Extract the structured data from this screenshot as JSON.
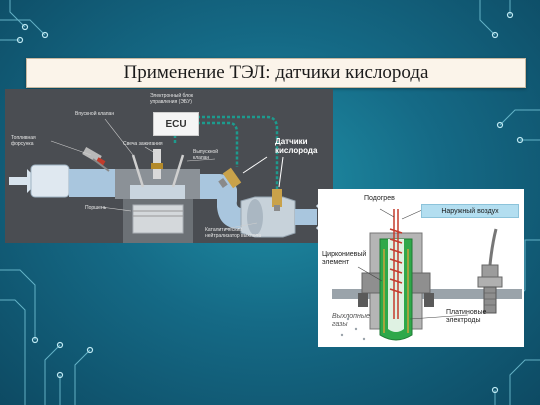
{
  "slide": {
    "title": "Применение ТЭЛ: датчики кислорода"
  },
  "engine_diagram": {
    "ecu_label": "ECU",
    "ecu_caption": "Электронный блок\nуправления (ЭБУ)",
    "intake_valve": "Впускной клапан",
    "fuel_injector": "Топливная\nфорсунка",
    "spark_plug": "Свеча зажигания",
    "exhaust_valve": "Выпускной\nклапан",
    "piston": "Поршень",
    "catalytic_converter": "Каталитический\nнейтрализатор выхлопа",
    "oxygen_sensors": "Датчики\nкислорода"
  },
  "sensor_diagram": {
    "heating": "Подогрев",
    "outside_air": "Наружный воздух",
    "zirconia_element": "Циркониевый\nэлемент",
    "exhaust_gases": "Выхлопные\nгазы",
    "platinum_electrodes": "Платиновые\nэлектроды"
  },
  "colors": {
    "background": "#156a86",
    "title_bar": "#fbf4ea",
    "diagram_bg": "#4a4d52",
    "pipe": "#a9c6de",
    "sensor_wire": "#1d9b8e",
    "air_box": "#b3def0"
  }
}
